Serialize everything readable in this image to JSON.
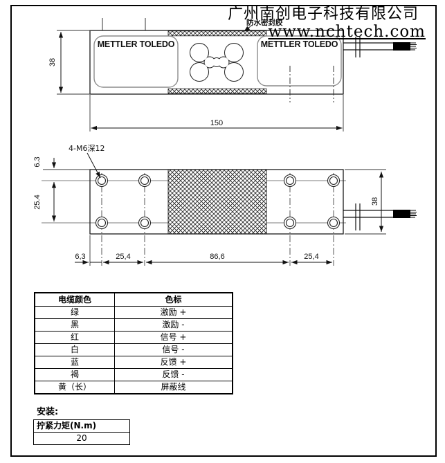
{
  "header": {
    "company_name": "广州南创电子科技有限公司",
    "website": "www.nchtech.com"
  },
  "top_view": {
    "brand": "METTLER TOLEDO",
    "seal_label": "防水密封胶",
    "dim_height": "38",
    "dim_length": "150"
  },
  "bottom_view": {
    "hole_note": "4-M6深12",
    "dim_edge_v": "6.3",
    "dim_pitch_v": "25.4",
    "dim_edge_h": "6,3",
    "dim_pitch_h1": "25,4",
    "dim_center": "86,6",
    "dim_pitch_h2": "25,4",
    "dim_height": "38"
  },
  "cable_table": {
    "headers": [
      "电缆颜色",
      "色标"
    ],
    "rows": [
      [
        "绿",
        "激励 +"
      ],
      [
        "黑",
        "激励 -"
      ],
      [
        "红",
        "信号 +"
      ],
      [
        "白",
        "信号 -"
      ],
      [
        "蓝",
        "反馈 +"
      ],
      [
        "褐",
        "反馈 -"
      ],
      [
        "黄（长）",
        "屏蔽线"
      ]
    ]
  },
  "install": {
    "title": "安装:",
    "torque_label": "拧紧力矩(N.m)",
    "torque_value": "20"
  }
}
